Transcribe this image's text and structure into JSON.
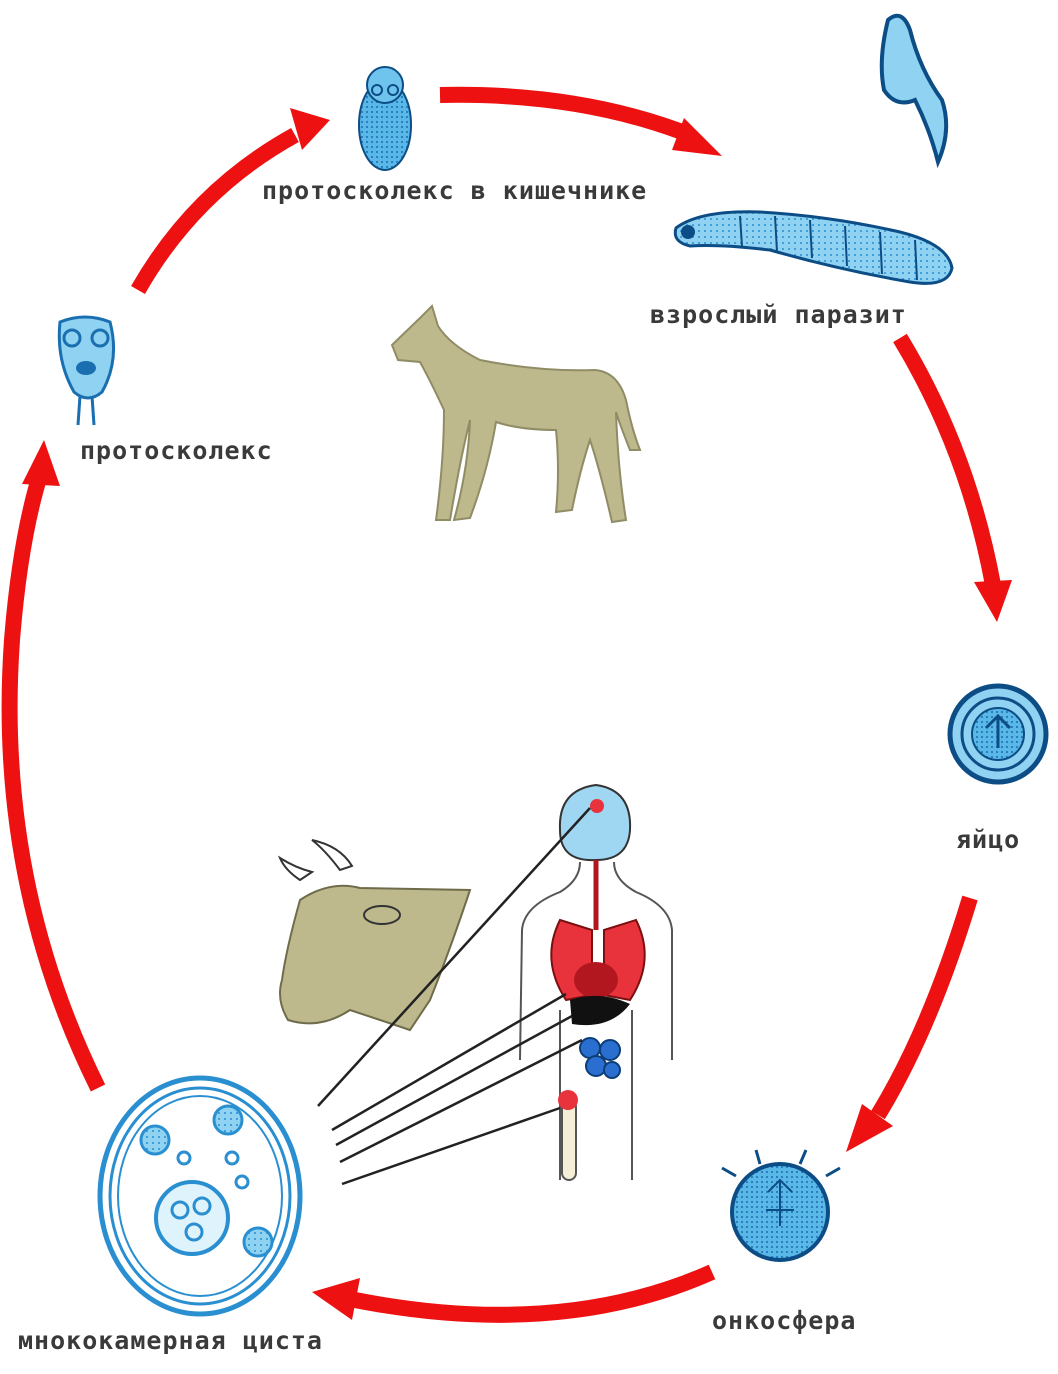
{
  "diagram": {
    "stages": [
      {
        "id": "protoscolex_intestine",
        "label": "протосколекс в кишечнике"
      },
      {
        "id": "adult_parasite",
        "label": "взрослый паразит"
      },
      {
        "id": "egg",
        "label": "яйцо"
      },
      {
        "id": "oncosphere",
        "label": "онкосфера"
      },
      {
        "id": "multichamber_cyst",
        "label": "мнококамерная циста"
      },
      {
        "id": "protoscolex",
        "label": "протосколекс"
      }
    ],
    "hosts": [
      {
        "id": "definitive_host",
        "icon": "dog-icon"
      },
      {
        "id": "intermediate_host",
        "icon": "cow-head-icon"
      },
      {
        "id": "human_host",
        "icon": "human-organs-icon"
      }
    ],
    "colors": {
      "arrow": "#ee1111",
      "parasite": "#2a8fd0",
      "parasite_dark": "#0d4d86",
      "host_fill": "#bdb98c",
      "organ": "#e8333d",
      "label": "#3a3a3a"
    }
  }
}
